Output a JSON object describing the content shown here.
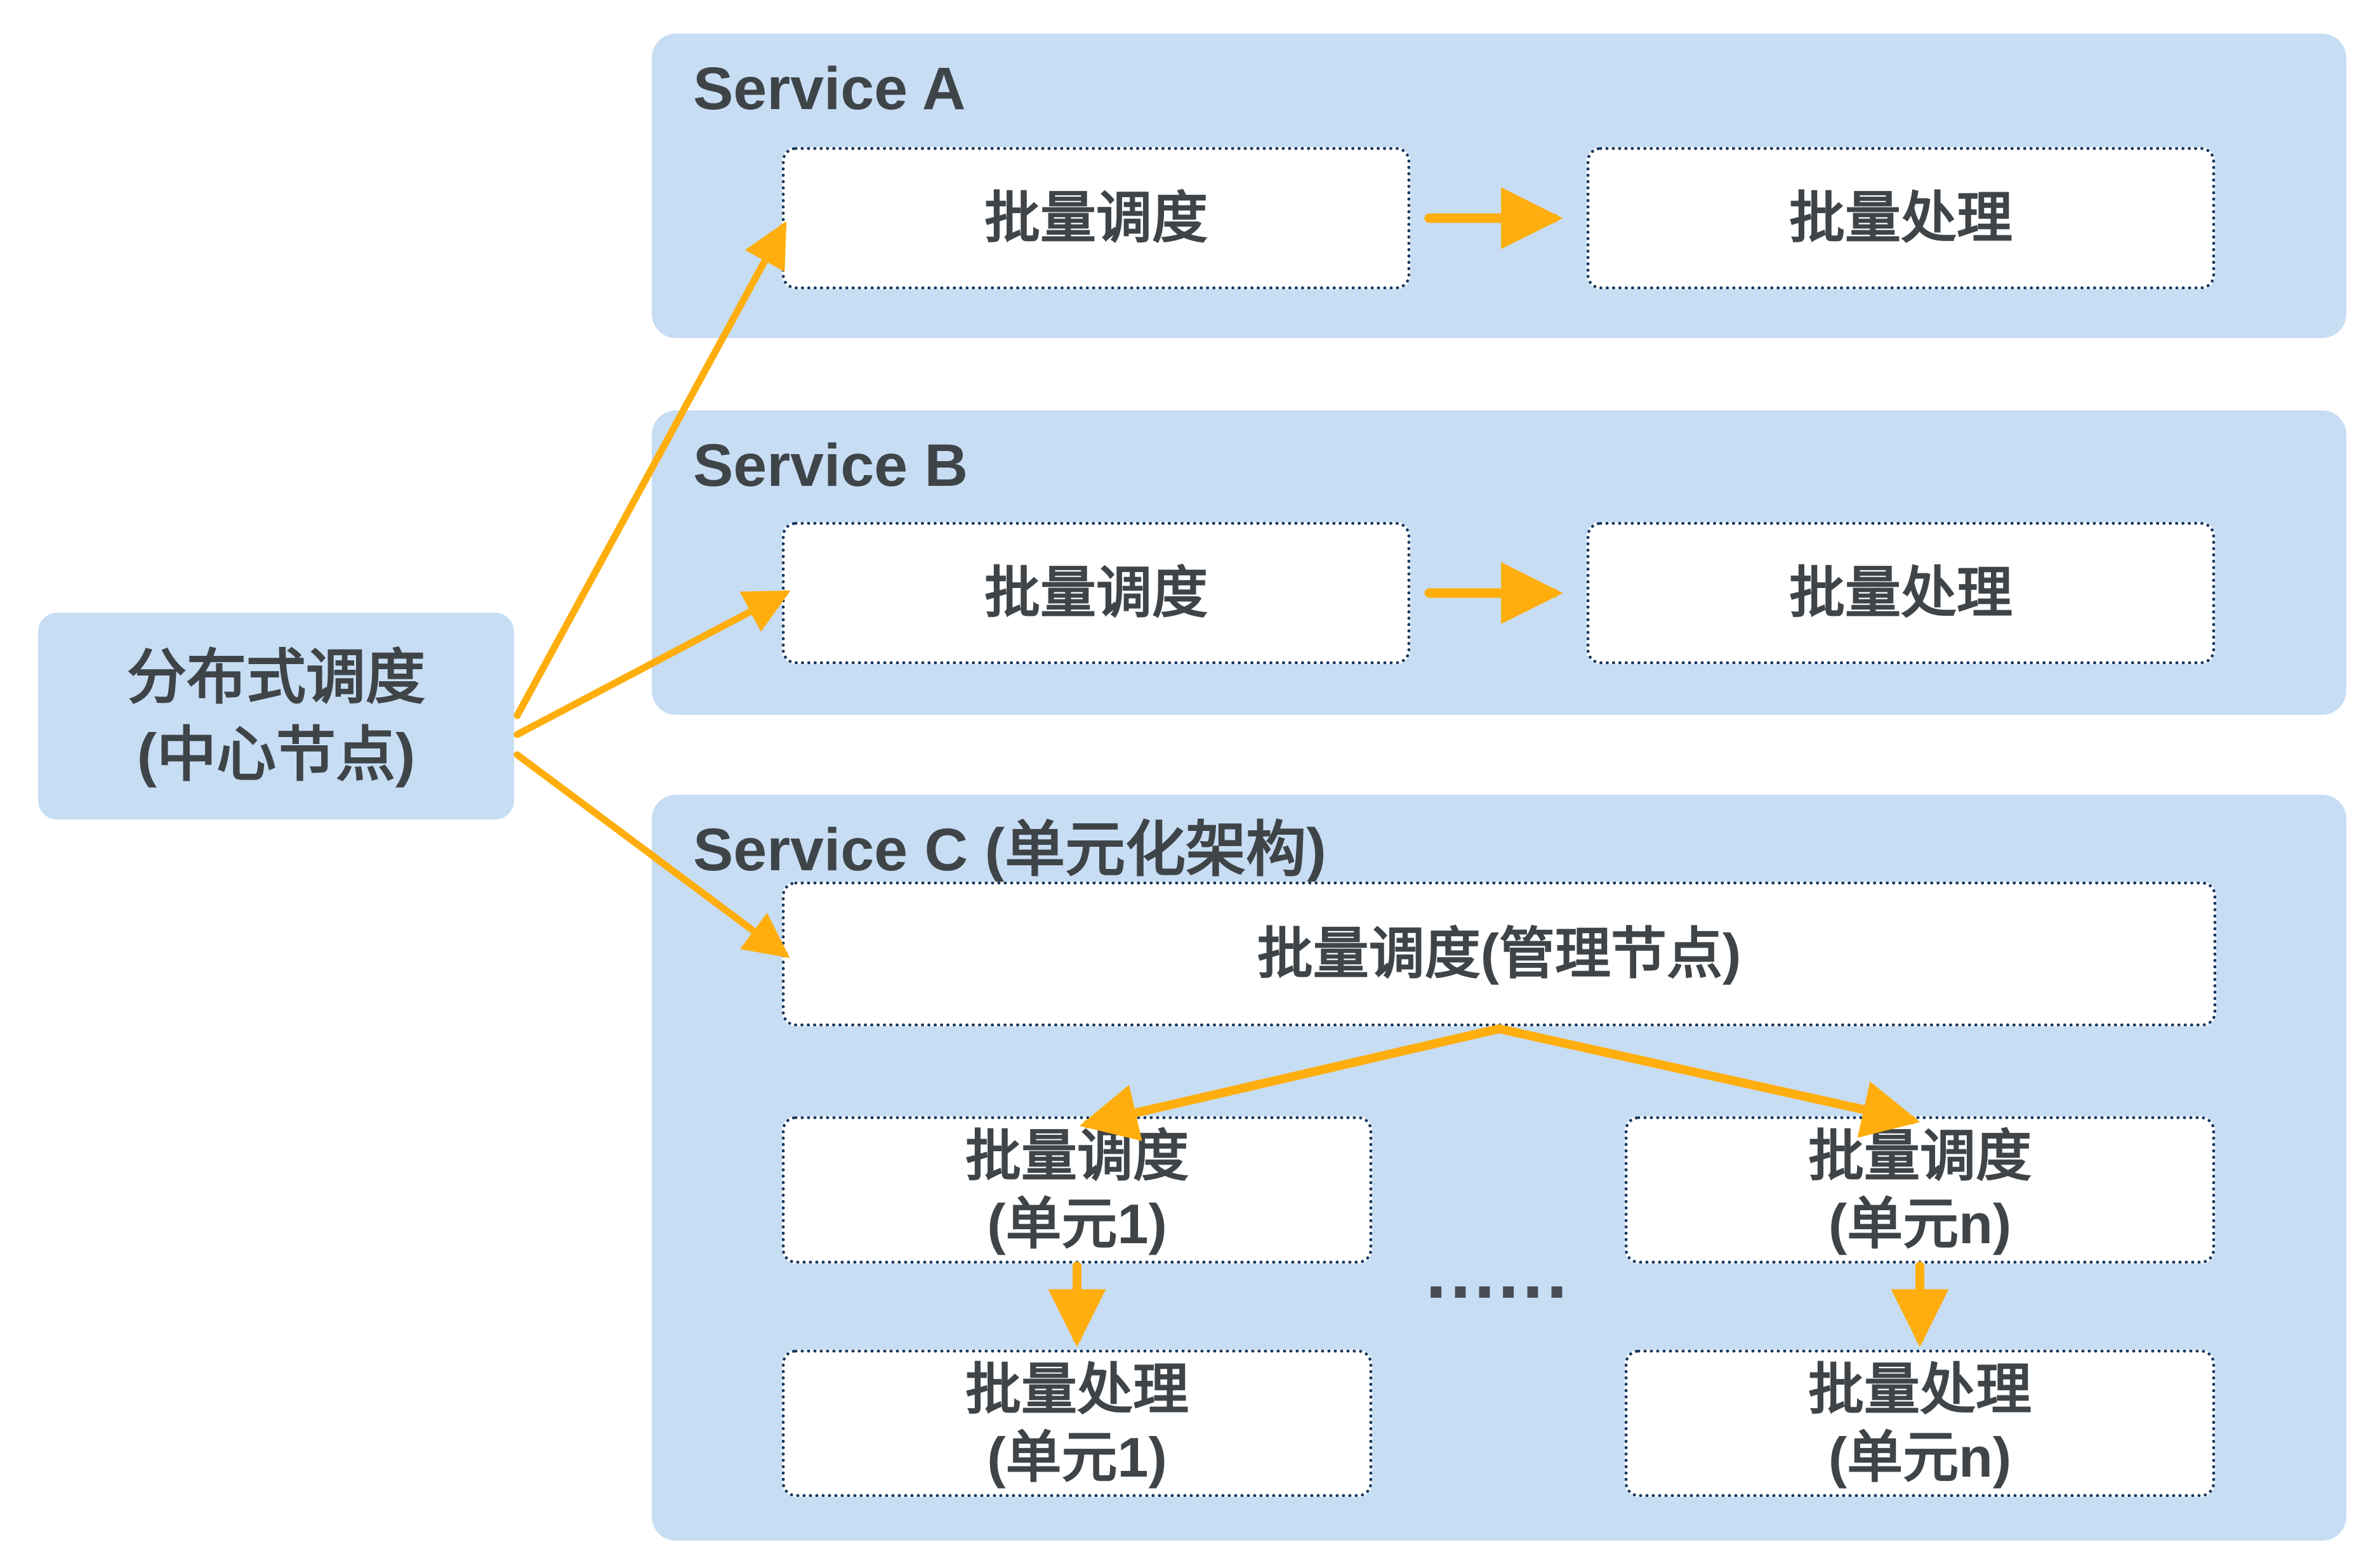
{
  "colors": {
    "panel_background": "#C7DDF3",
    "box_background": "#FFFFFF",
    "box_border": "#17375E",
    "text": "#3F4448",
    "arrow": "#FFAE0D",
    "ellipsis_dots": "#484D54"
  },
  "central_node": {
    "line1": "分布式调度",
    "line2": "(中心节点)"
  },
  "service_a": {
    "title": "Service A",
    "scheduler": "批量调度",
    "processor": "批量处理"
  },
  "service_b": {
    "title": "Service B",
    "scheduler": "批量调度",
    "processor": "批量处理"
  },
  "service_c": {
    "title": "Service C (单元化架构)",
    "manager": "批量调度(管理节点)",
    "ellipsis": "……",
    "unit1": {
      "scheduler_line1": "批量调度",
      "scheduler_line2": "(单元1)",
      "processor_line1": "批量处理",
      "processor_line2": "(单元1)"
    },
    "unit_n": {
      "scheduler_line1": "批量调度",
      "scheduler_line2": "(单元n)",
      "processor_line1": "批量处理",
      "processor_line2": "(单元n)"
    }
  }
}
